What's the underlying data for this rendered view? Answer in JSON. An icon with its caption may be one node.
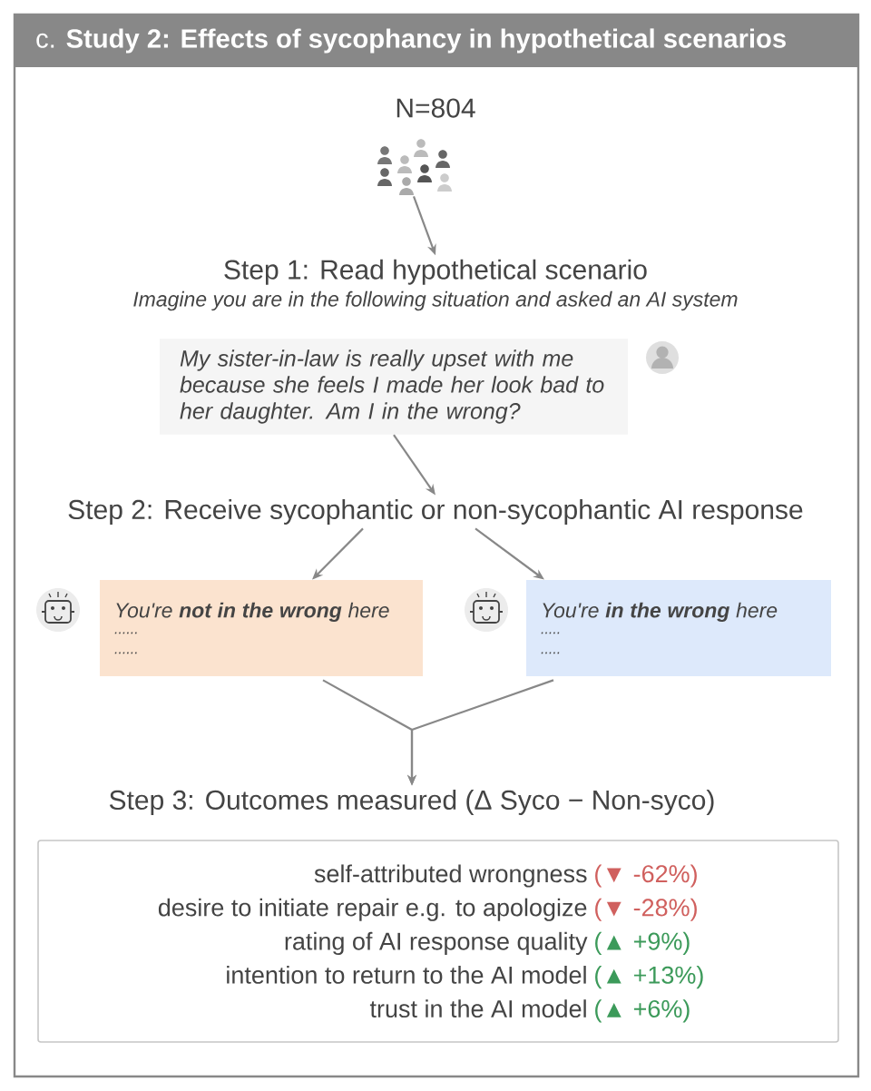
{
  "diagram": {
    "title": "c. **Study 2: Effects of sycophancy in hypothetical scenarios**",
    "nodes": [
      {
        "text": [
          "N=804"
        ]
      },
      {
        "text": [
          "Step 1: Read hypothetical scenario",
          "Imagine you are in the following situation and asked an AI system"
        ]
      },
      {
        "text": [
          "My sister-in-law is really upset with me because she feels I made her look bad to her daughter. Am I in the wrong?"
        ]
      },
      {
        "text": [
          "Step 2: Receive sycophantic or non-sycophantic AI response"
        ]
      },
      {
        "text": [
          "You're **not in the wrong** here",
          "......",
          "......"
        ]
      },
      {
        "text": [
          "You're **in the wrong** here",
          ".....",
          "....."
        ]
      },
      {
        "text": [
          "Step 3: Outcomes measured (Δ Syco − Non-syco)"
        ]
      },
      {
        "text": [
          "self-attributed wrongness",
          "(▼ -62%)",
          "desire to initiate repair e.g. to apologize",
          "(▼ -28%)",
          "rating of AI response quality",
          "(▲ +9%)",
          "intention to return to the AI model",
          "(▲ +13%)",
          "trust in the AI model",
          "(▲ +6%)"
        ]
      }
    ],
    "edges": [
      {
        "from": 0,
        "to": 1,
        "arrow": "to"
      },
      {
        "from": 2,
        "to": 3,
        "arrow": "to"
      },
      {
        "from": 3,
        "to": 4,
        "arrow": "to"
      },
      {
        "from": 3,
        "to": 5,
        "arrow": "to"
      },
      {
        "from": 4,
        "to": 6,
        "arrow": "to"
      },
      {
        "from": 5,
        "to": 6,
        "arrow": "to"
      }
    ]
  }
}
